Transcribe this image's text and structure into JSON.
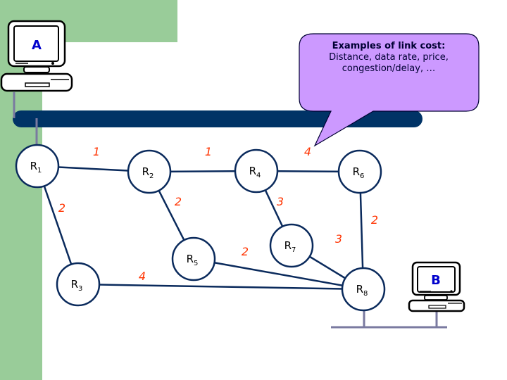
{
  "callout": {
    "title": "Examples of link cost:",
    "body": "Distance, data rate, price, congestion/delay, …"
  },
  "hosts": [
    {
      "id": "A",
      "label": "A"
    },
    {
      "id": "B",
      "label": "B"
    }
  ],
  "routers": [
    {
      "id": "R1",
      "prefix": "R",
      "sub": "1"
    },
    {
      "id": "R2",
      "prefix": "R",
      "sub": "2"
    },
    {
      "id": "R3",
      "prefix": "R",
      "sub": "3"
    },
    {
      "id": "R4",
      "prefix": "R",
      "sub": "4"
    },
    {
      "id": "R5",
      "prefix": "R",
      "sub": "5"
    },
    {
      "id": "R6",
      "prefix": "R",
      "sub": "6"
    },
    {
      "id": "R7",
      "prefix": "R",
      "sub": "7"
    },
    {
      "id": "R8",
      "prefix": "R",
      "sub": "8"
    }
  ],
  "links": [
    {
      "from": "R1",
      "to": "R2",
      "cost": "1"
    },
    {
      "from": "R2",
      "to": "R4",
      "cost": "1"
    },
    {
      "from": "R4",
      "to": "R6",
      "cost": "4"
    },
    {
      "from": "R1",
      "to": "R3",
      "cost": "2"
    },
    {
      "from": "R2",
      "to": "R5",
      "cost": "2"
    },
    {
      "from": "R4",
      "to": "R7",
      "cost": "3"
    },
    {
      "from": "R6",
      "to": "R8",
      "cost": "2"
    },
    {
      "from": "R7",
      "to": "R8",
      "cost": "3"
    },
    {
      "from": "R5",
      "to": "R8",
      "cost": "2"
    },
    {
      "from": "R3",
      "to": "R8",
      "cost": "4"
    }
  ],
  "colors": {
    "band": "#99cc99",
    "bus": "#003366",
    "node_stroke": "#0a2a5c",
    "link": "#0a2a5c",
    "cost": "#ff3300",
    "callout_fill": "#cc99ff",
    "host_label": "#0000cc"
  }
}
